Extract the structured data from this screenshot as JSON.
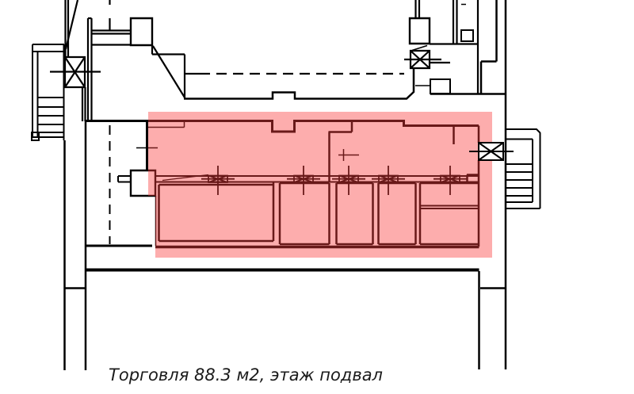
{
  "caption": {
    "text": "Торговля 88.3 м2, этаж подвал"
  },
  "highlight": {
    "fill": "rgba(250,60,60,0.42)",
    "label": "Торговля",
    "area_m2": "88.3",
    "floor": "подвал"
  },
  "plan": {
    "background": "#ffffff",
    "line_color": "#000000",
    "window_symbol_style": "box-with-x"
  }
}
